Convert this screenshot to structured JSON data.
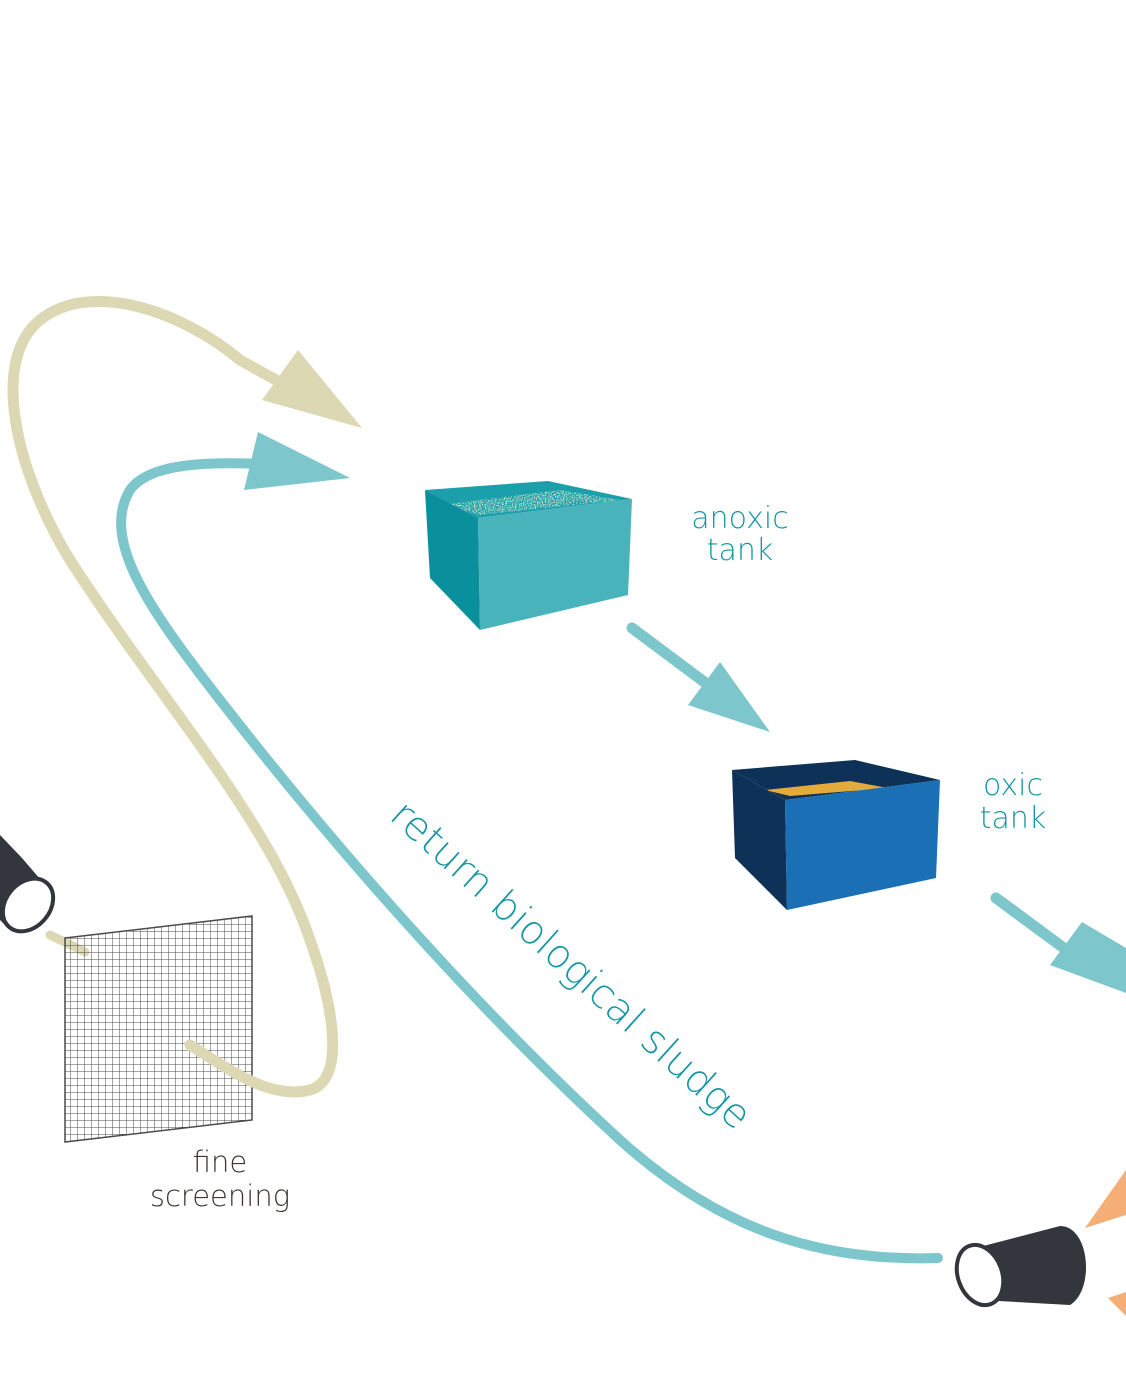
{
  "labels": {
    "anoxic_line1": "anoxic",
    "anoxic_line2": "tank",
    "oxic_line1": "oxic",
    "oxic_line2": "tank",
    "screen_line1": "fine",
    "screen_line2": "screening",
    "return_sludge": "return biological sludge"
  },
  "colors": {
    "beige_loop": "#dcd8b4",
    "teal_flow": "#7cc6cc",
    "teal_text": "#1597a3",
    "anoxic_front": "#49b3bc",
    "anoxic_side": "#0a8f9c",
    "anoxic_interior": "#1b9fab",
    "anoxic_sludge": "#f1eaa6",
    "oxic_front": "#1b6fb5",
    "oxic_side": "#0e3157",
    "oxic_liquid": "#e5ab3a",
    "pipe_dark": "#33363c",
    "orange_accent": "#f5ae75",
    "label_dark": "#3d3431",
    "grid_line": "#4a4a4a"
  }
}
